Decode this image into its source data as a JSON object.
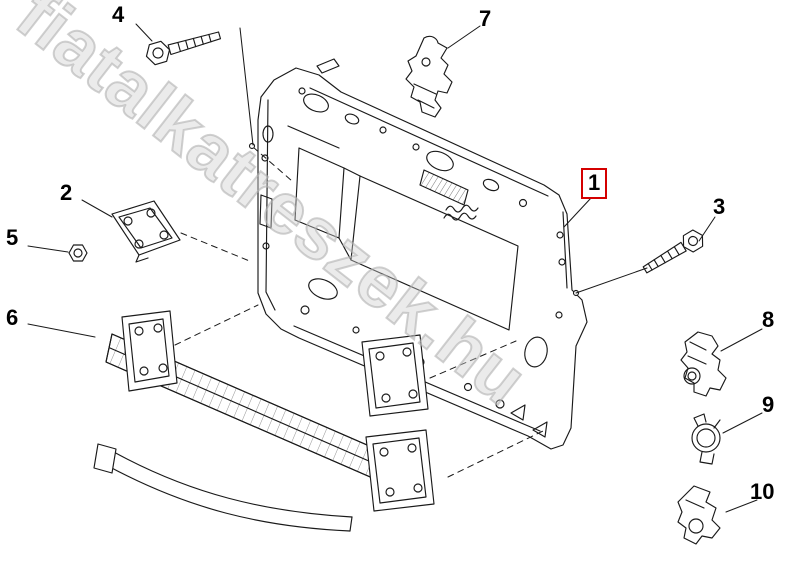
{
  "diagram": {
    "watermark": "fiatalkatreszek.hu",
    "colors": {
      "accent": "#d40000",
      "line": "#1a1a1a",
      "watermark": "#bdbdbd",
      "background": "#ffffff"
    },
    "callouts": [
      {
        "label": "1",
        "highlighted": true
      },
      {
        "label": "2",
        "highlighted": false
      },
      {
        "label": "3",
        "highlighted": false
      },
      {
        "label": "4",
        "highlighted": false
      },
      {
        "label": "5",
        "highlighted": false
      },
      {
        "label": "6",
        "highlighted": false
      },
      {
        "label": "7",
        "highlighted": false
      },
      {
        "label": "8",
        "highlighted": false
      },
      {
        "label": "9",
        "highlighted": false
      },
      {
        "label": "10",
        "highlighted": false
      }
    ]
  }
}
